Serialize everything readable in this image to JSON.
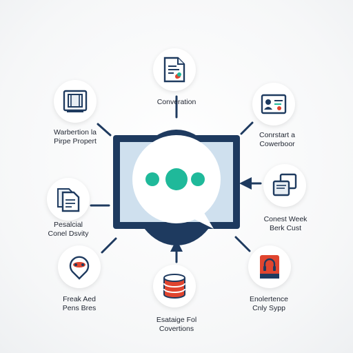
{
  "center": {
    "icon": "chat-bubble-icon",
    "monitor_color": "#1e3a5f",
    "accent_color": "#1fb99a"
  },
  "nodes": [
    {
      "id": "top",
      "icon": "document-icon",
      "label_lines": [
        "Converation"
      ]
    },
    {
      "id": "top-right",
      "icon": "id-card-icon",
      "label_lines": [
        "Conrstart a",
        "Cowerboor"
      ]
    },
    {
      "id": "right",
      "icon": "copy-windows-icon",
      "label_lines": [
        "Conest Week",
        "Berk Cust"
      ]
    },
    {
      "id": "bottom-right",
      "icon": "book-headphones-icon",
      "label_lines": [
        "Enolertence",
        "Cnly Sypp"
      ]
    },
    {
      "id": "bottom",
      "icon": "database-icon",
      "label_lines": [
        "Esataige Fol",
        "Covertions"
      ]
    },
    {
      "id": "bottom-left",
      "icon": "chat-face-icon",
      "label_lines": [
        "Freak Aed",
        "Pens Bres"
      ]
    },
    {
      "id": "left",
      "icon": "files-icon",
      "label_lines": [
        "Pesalcial",
        "Conel Dsvity"
      ]
    },
    {
      "id": "top-left",
      "icon": "frame-icon",
      "label_lines": [
        "Warbertion la",
        "Pirpe Propert"
      ]
    }
  ]
}
